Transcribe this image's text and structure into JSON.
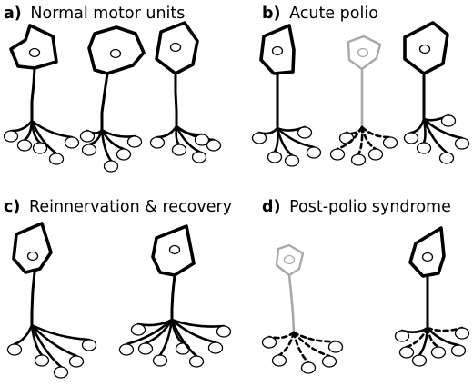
{
  "panels": [
    {
      "letter": "a)",
      "title": "Normal motor units",
      "neurons": [
        {
          "state": "normal"
        },
        {
          "state": "normal"
        },
        {
          "state": "normal"
        }
      ]
    },
    {
      "letter": "b)",
      "title": "Acute polio",
      "neurons": [
        {
          "state": "normal"
        },
        {
          "state": "affected"
        },
        {
          "state": "normal"
        }
      ]
    },
    {
      "letter": "c)",
      "title": "Reinnervation & recovery",
      "neurons": [
        {
          "state": "normal"
        },
        {
          "state": "enlarged"
        }
      ]
    },
    {
      "letter": "d)",
      "title": "Post-polio syndrome",
      "neurons": [
        {
          "state": "affected"
        },
        {
          "state": "degenerating"
        }
      ]
    }
  ],
  "colors": {
    "healthy": "#000000",
    "affected": "#a8a8a8",
    "background": "#ffffff"
  }
}
